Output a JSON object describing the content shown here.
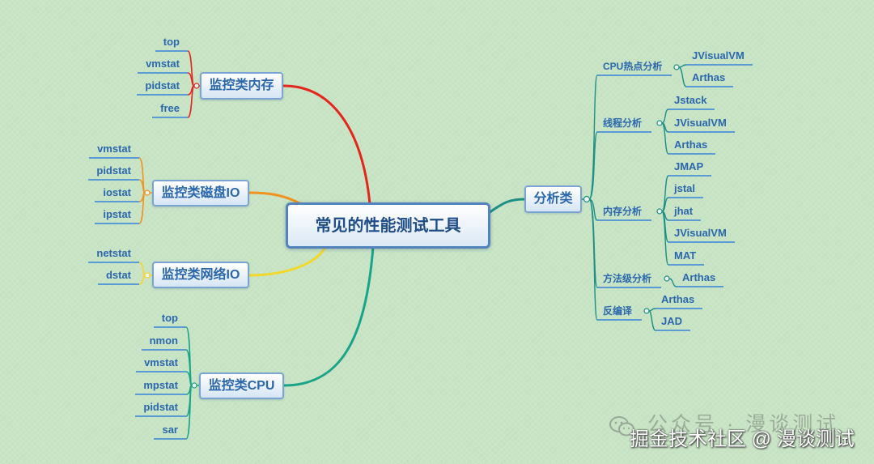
{
  "central_topic": "常见的性能测试工具",
  "left_branches": [
    {
      "label": "监控类内存",
      "color": "#e3261d",
      "leaves": [
        "top",
        "vmstat",
        "pidstat",
        "free"
      ]
    },
    {
      "label": "监控类磁盘IO",
      "color": "#f0921e",
      "leaves": [
        "vmstat",
        "pidstat",
        "iostat",
        "ipstat"
      ]
    },
    {
      "label": "监控类网络IO",
      "color": "#f3d72b",
      "leaves": [
        "netstat",
        "dstat"
      ]
    },
    {
      "label": "监控类CPU",
      "color": "#19a388",
      "leaves": [
        "top",
        "nmon",
        "vmstat",
        "mpstat",
        "pidstat",
        "sar"
      ]
    }
  ],
  "right_branch": {
    "label": "分析类",
    "color": "#1d8f84",
    "categories": [
      {
        "label": "CPU热点分析",
        "items": [
          "JVisualVM",
          "Arthas"
        ]
      },
      {
        "label": "线程分析",
        "items": [
          "Jstack",
          "JVisualVM",
          "Arthas"
        ]
      },
      {
        "label": "内存分析",
        "items": [
          "JMAP",
          "jstal",
          "jhat",
          "JVisualVM",
          "MAT"
        ]
      },
      {
        "label": "方法级分析",
        "items": [
          "Arthas"
        ]
      },
      {
        "label": "反编译",
        "items": [
          "Arthas",
          "JAD"
        ]
      }
    ]
  },
  "watermark": {
    "icon": "wechat-icon",
    "wechat_text": "公众号 · 漫谈测试",
    "site_text": "掘金技术社区 @ 漫谈测试"
  },
  "colors": {
    "background": "#c8e4c5",
    "topic_text": "#2b67ad",
    "underline": "#5b9bd5"
  }
}
